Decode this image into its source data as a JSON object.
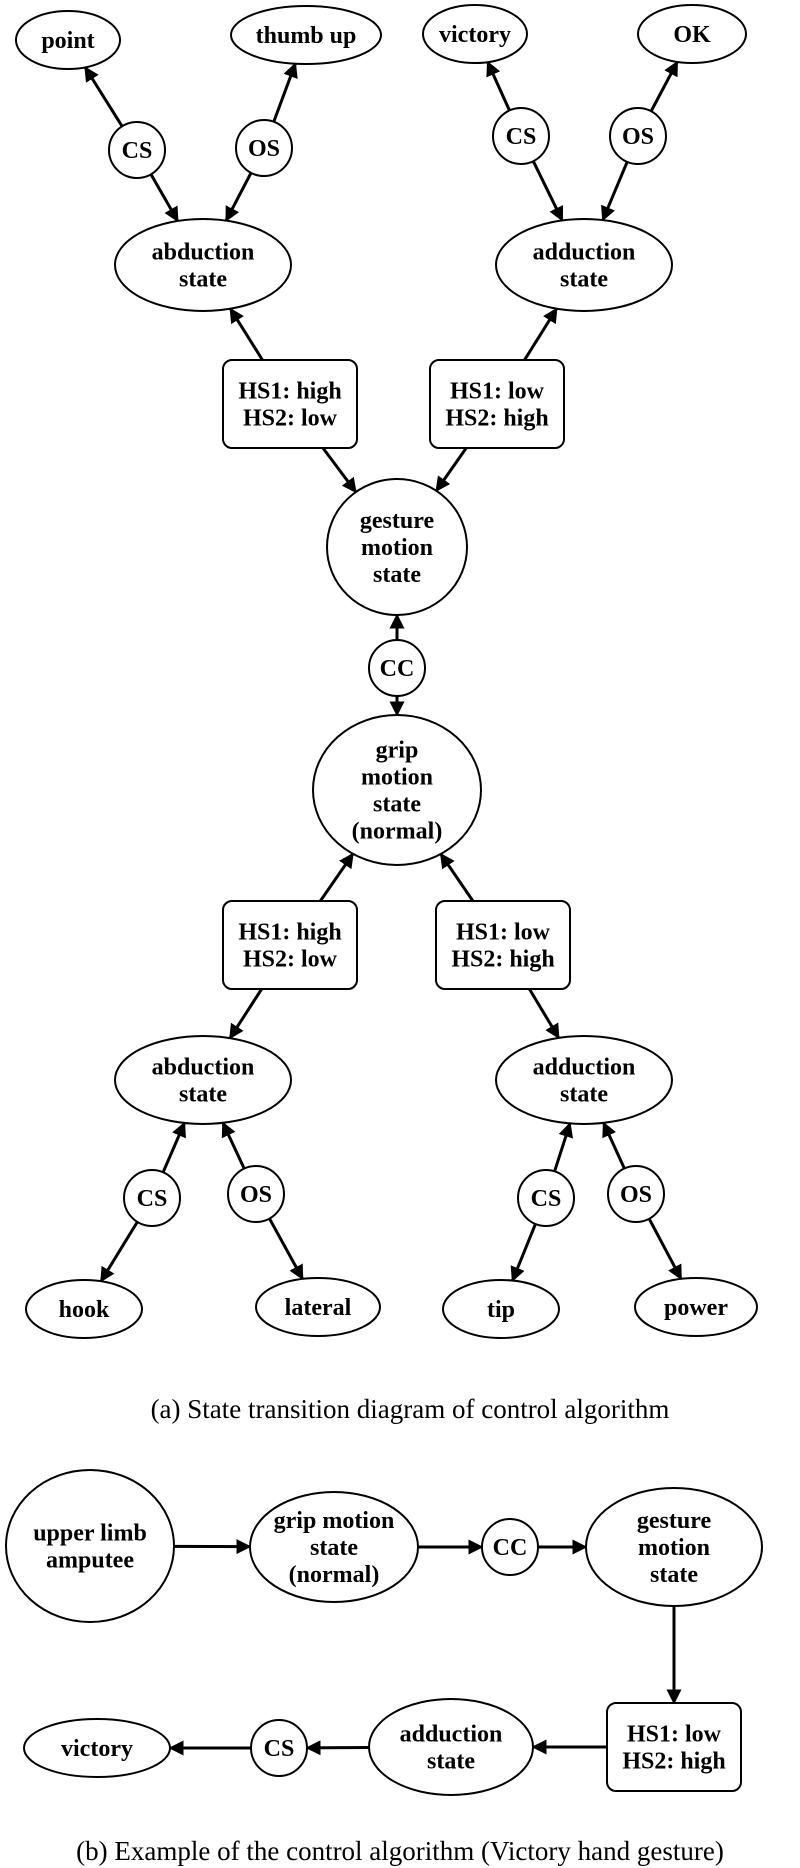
{
  "part_a": {
    "caption": "(a) State transition diagram of control algorithm",
    "nodes": {
      "point": "point",
      "thumb_up": "thumb up",
      "victory": "victory",
      "ok": "OK",
      "cs_1": "CS",
      "os_1": "OS",
      "cs_2": "CS",
      "os_2": "OS",
      "abduction_top": [
        "abduction",
        "state"
      ],
      "adduction_top": [
        "adduction",
        "state"
      ],
      "cond_1": [
        "HS1: high",
        "HS2: low"
      ],
      "cond_2": [
        "HS1:  low",
        "HS2: high"
      ],
      "gesture": [
        "gesture",
        "motion",
        "state"
      ],
      "cc": "CC",
      "grip": [
        "grip",
        "motion",
        "state",
        "(normal)"
      ],
      "cond_3": [
        "HS1: high",
        "HS2: low"
      ],
      "cond_4": [
        "HS1:  low",
        "HS2: high"
      ],
      "abduction_bottom": [
        "abduction",
        "state"
      ],
      "adduction_bottom": [
        "adduction",
        "state"
      ],
      "cs_3": "CS",
      "os_3": "OS",
      "cs_4": "CS",
      "os_4": "OS",
      "hook": "hook",
      "lateral": "lateral",
      "tip": "tip",
      "power": "power"
    }
  },
  "part_b": {
    "caption": "(b) Example of the control algorithm (Victory hand gesture)",
    "nodes": {
      "amputee": [
        "upper limb",
        "amputee"
      ],
      "grip": [
        "grip motion",
        "state",
        "(normal)"
      ],
      "cc": "CC",
      "gesture": [
        "gesture",
        "motion",
        "state"
      ],
      "cond": [
        "HS1:  low",
        "HS2: high"
      ],
      "adduction": [
        "adduction",
        "state"
      ],
      "cs": "CS",
      "victory": "victory"
    }
  }
}
